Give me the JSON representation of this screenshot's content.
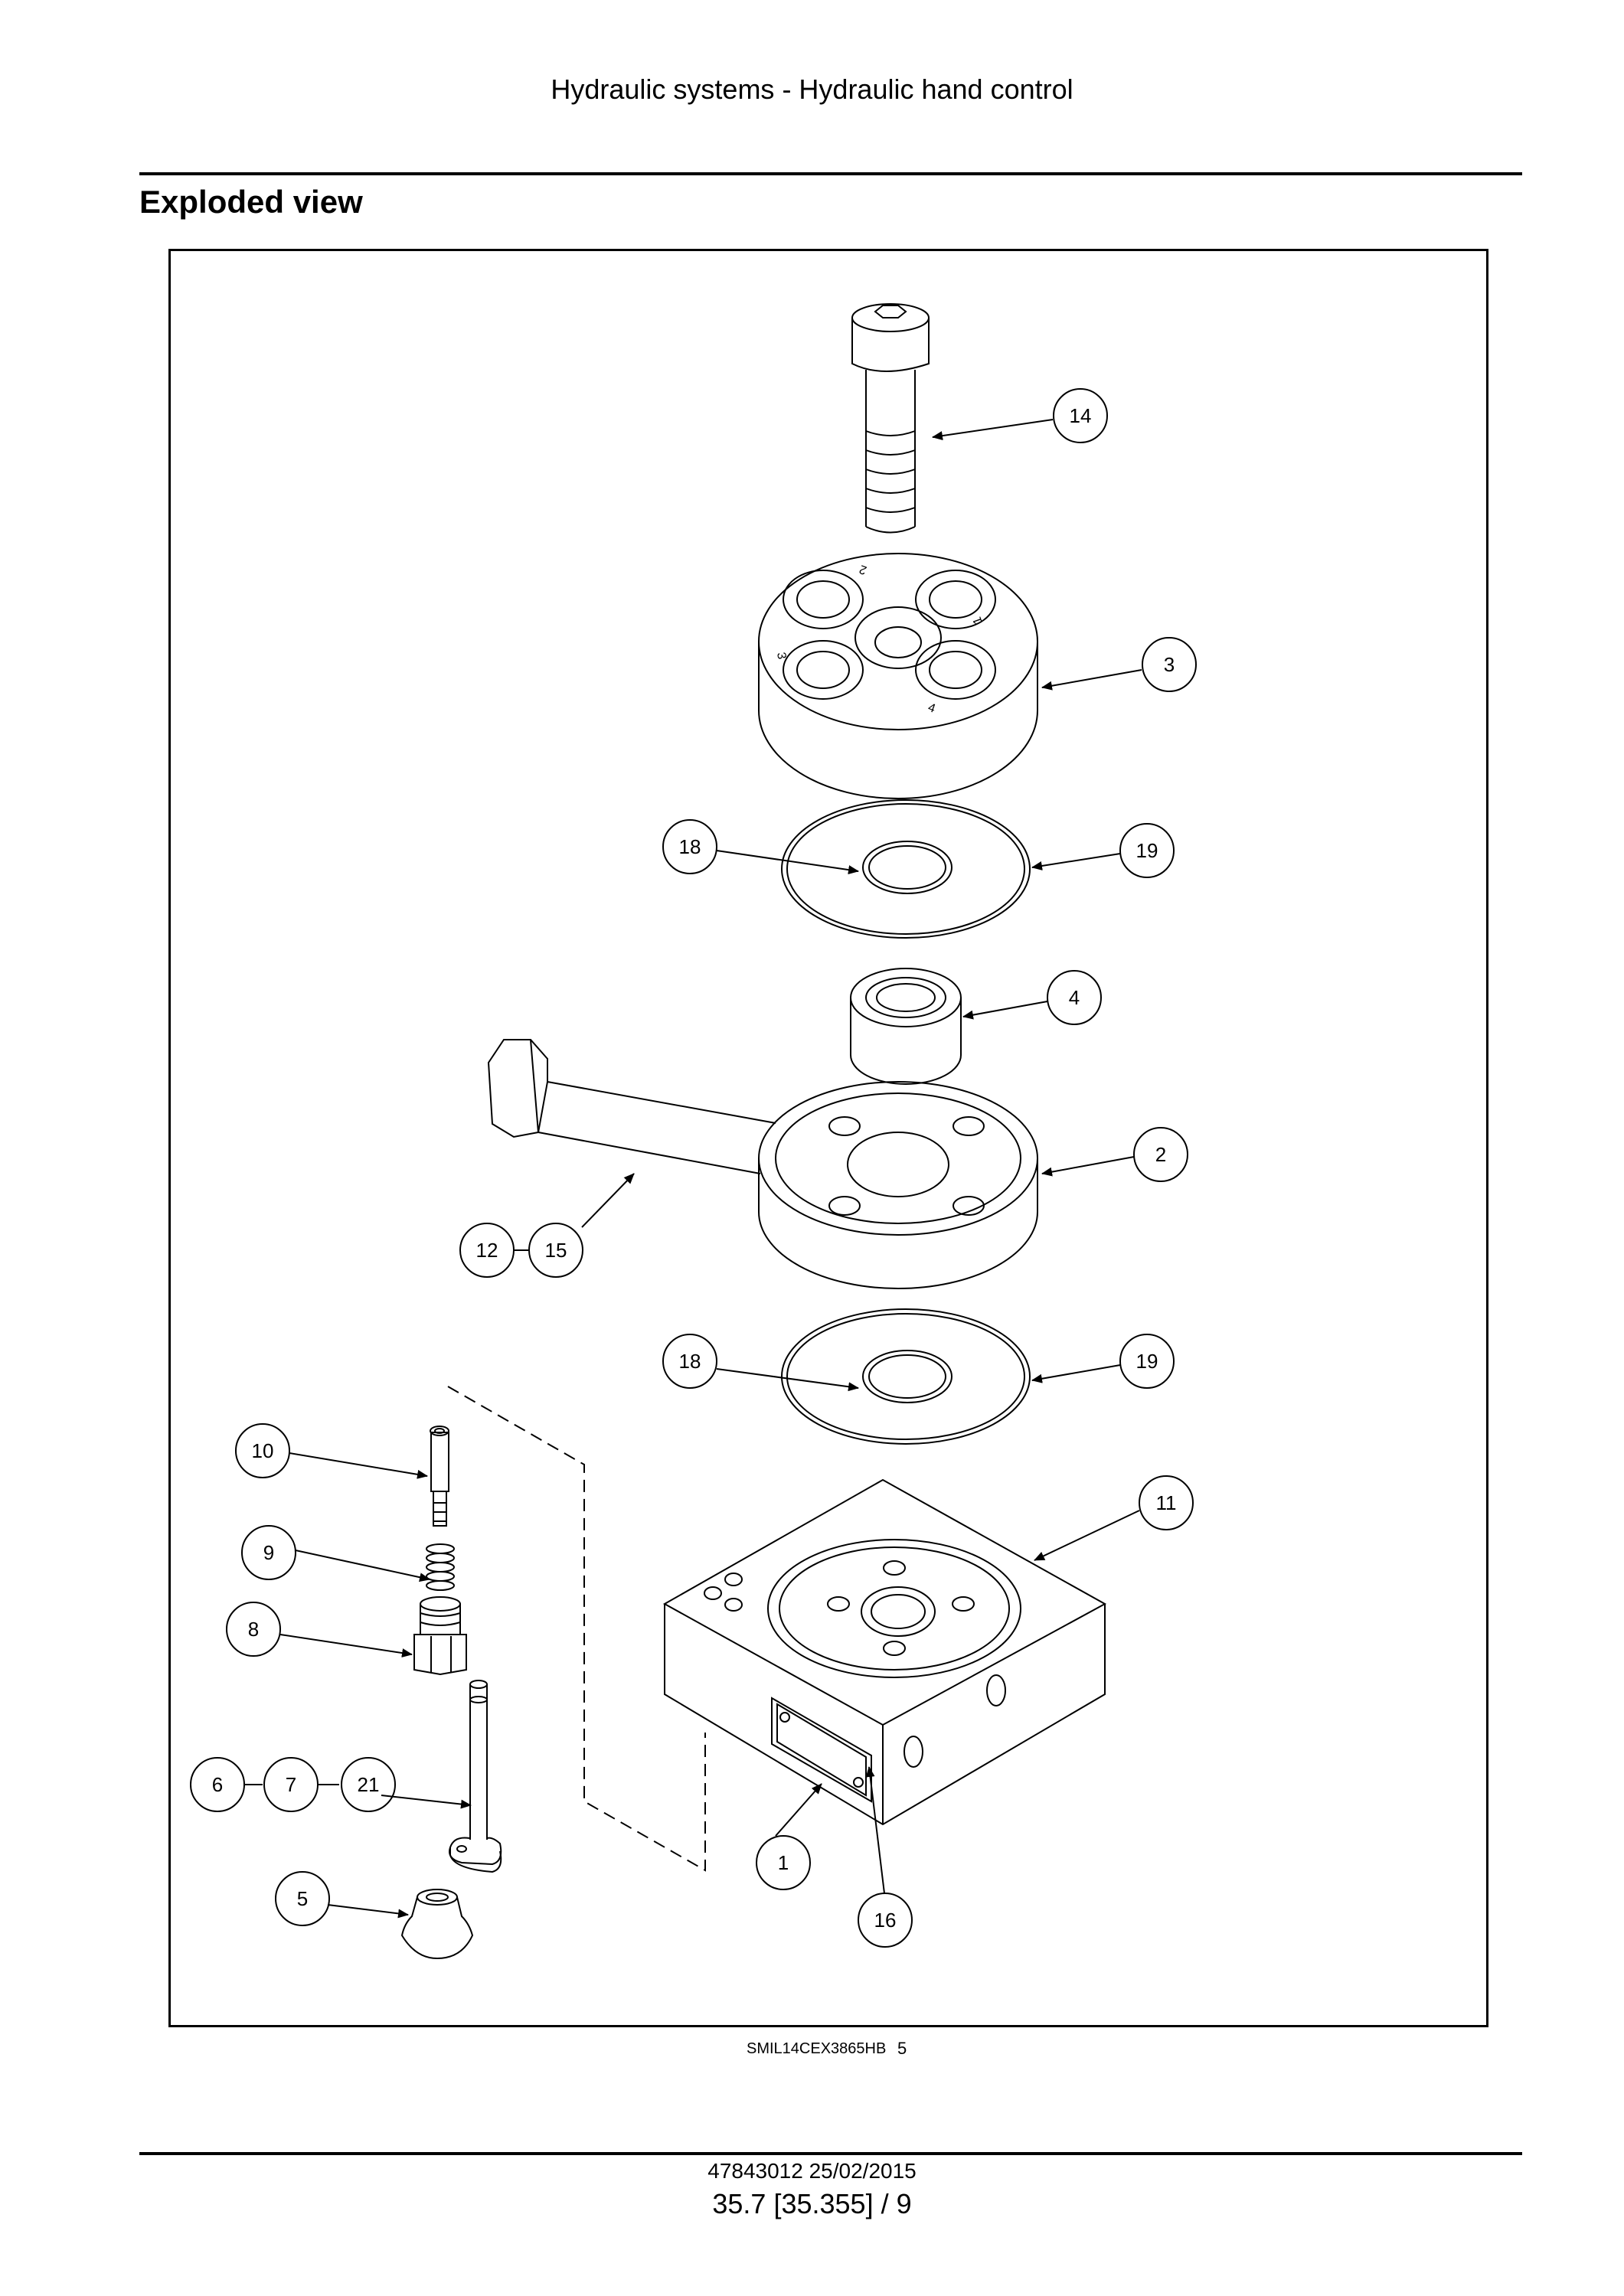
{
  "header": {
    "title": "Hydraulic systems - Hydraulic hand control"
  },
  "section": {
    "title": "Exploded view"
  },
  "figure": {
    "caption_code": "SMIL14CEX3865HB",
    "caption_number": "5",
    "callouts": [
      "14",
      "3",
      "18",
      "19",
      "4",
      "2",
      "12",
      "15",
      "18",
      "19",
      "10",
      "11",
      "9",
      "8",
      "6",
      "7",
      "21",
      "1",
      "5",
      "16"
    ],
    "part_markings": [
      "2",
      "1",
      "3",
      "4"
    ]
  },
  "footer": {
    "doc_ref": "47843012 25/02/2015",
    "page_ref": "35.7 [35.355] / 9"
  }
}
